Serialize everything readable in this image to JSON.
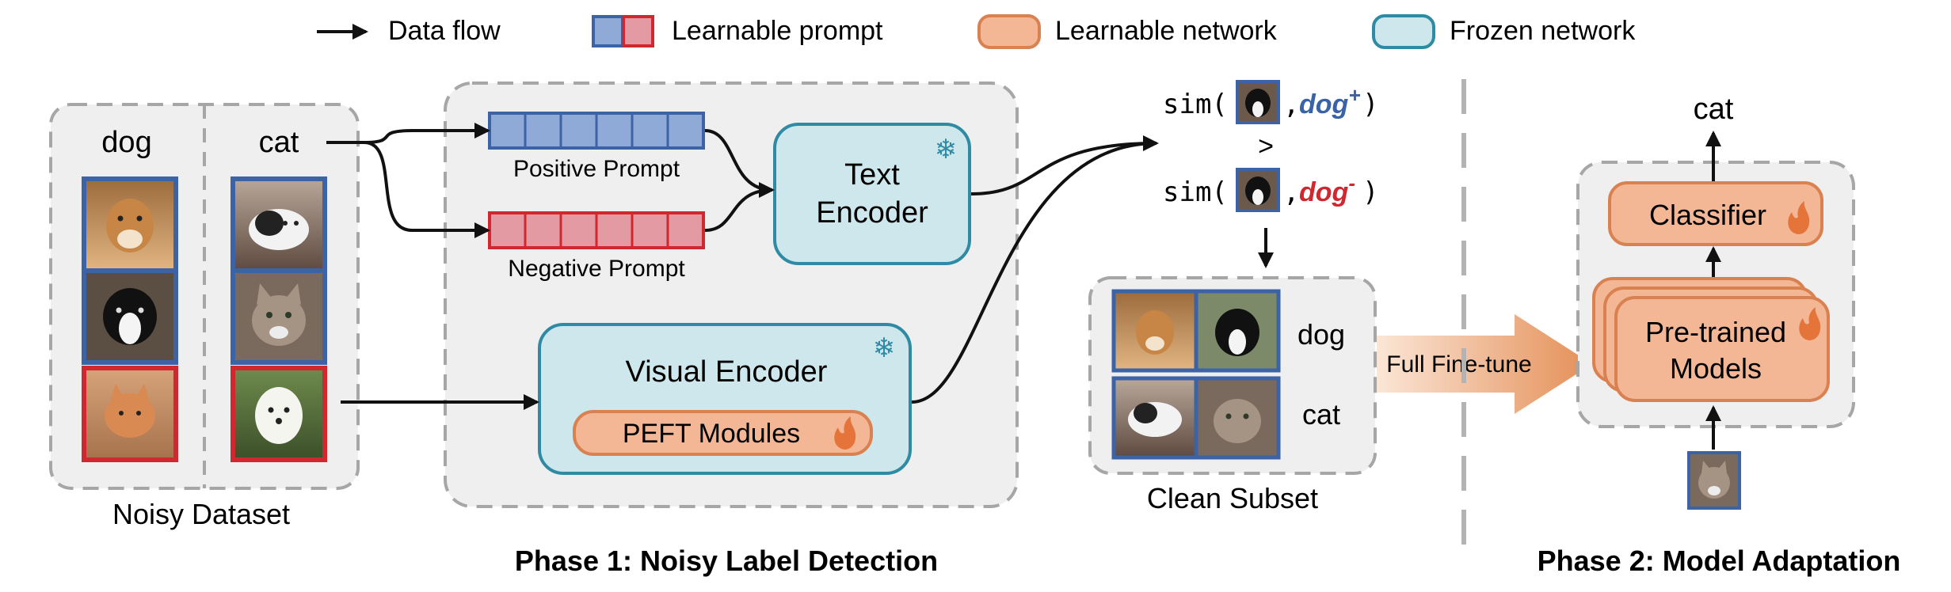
{
  "legend": {
    "data_flow": "Data flow",
    "learnable_prompt": "Learnable prompt",
    "learnable_network": "Learnable network",
    "frozen_network": "Frozen network"
  },
  "noisy_dataset": {
    "label": "Noisy Dataset",
    "col_dog": "dog",
    "col_cat": "cat",
    "dog_images": [
      {
        "icon": "shiba-photo",
        "status": "clean"
      },
      {
        "icon": "border-collie-photo",
        "status": "clean"
      },
      {
        "icon": "orange-cat-photo",
        "status": "noisy"
      }
    ],
    "cat_images": [
      {
        "icon": "kitten-photo",
        "status": "clean"
      },
      {
        "icon": "tabby-cat-photo",
        "status": "clean"
      },
      {
        "icon": "white-dog-photo",
        "status": "noisy"
      }
    ]
  },
  "phase1": {
    "title": "Phase 1: Noisy Label Detection",
    "positive_prompt": "Positive Prompt",
    "negative_prompt": "Negative Prompt",
    "text_encoder_line1": "Text",
    "text_encoder_line2": "Encoder",
    "visual_encoder": "Visual Encoder",
    "peft_modules": "PEFT Modules",
    "sim_fn": "sim(",
    "comma": ",",
    "close_paren": ")",
    "dog_pos": "dog",
    "dog_pos_sup": "+",
    "dog_neg": "dog",
    "dog_neg_sup": "-",
    "greater": ">",
    "clean_subset": "Clean Subset",
    "subset_dog": "dog",
    "subset_cat": "cat"
  },
  "transition": {
    "full_finetune": "Full Fine-tune"
  },
  "phase2": {
    "title": "Phase 2: Model Adaptation",
    "output": "cat",
    "classifier": "Classifier",
    "pretrained_line1": "Pre-trained",
    "pretrained_line2": "Models"
  },
  "colors": {
    "clean_border": "#3b63a6",
    "noisy_border": "#d0282e",
    "positive_cell": "#8faad6",
    "negative_cell": "#e39aa2",
    "frozen_fill": "#cde7ec",
    "frozen_stroke": "#2f8aa3",
    "learnable_fill": "#f3b795",
    "learnable_stroke": "#d98150",
    "dog_pos_color": "#3a62a7",
    "dog_neg_color": "#d0282e"
  }
}
